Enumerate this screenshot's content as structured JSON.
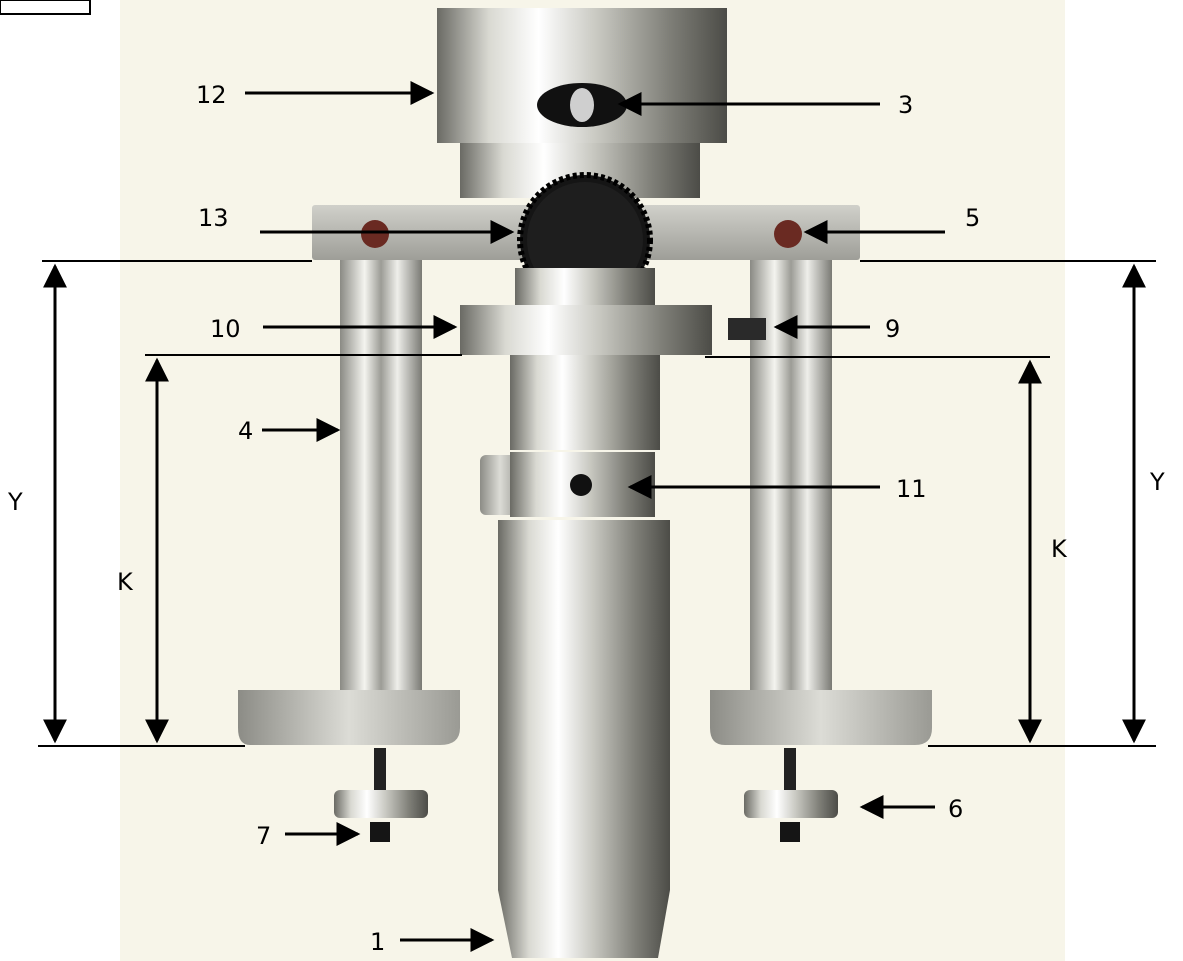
{
  "diagram": {
    "colors": {
      "background": "#f7f5e9",
      "metal_light": "#f2f2ee",
      "metal_mid": "#bdbdb6",
      "metal_dark": "#5a5a55",
      "knob": "#1b1b1b",
      "arrow": "#000000"
    },
    "callouts": {
      "c1": "1",
      "c3": "3",
      "c4": "4",
      "c5": "5",
      "c6": "6",
      "c7": "7",
      "c9": "9",
      "c10": "10",
      "c11": "11",
      "c12": "12",
      "c13": "13"
    },
    "dimensions": {
      "y_left": "Y",
      "k_left": "K",
      "k_right": "K",
      "y_right": "Y"
    }
  }
}
